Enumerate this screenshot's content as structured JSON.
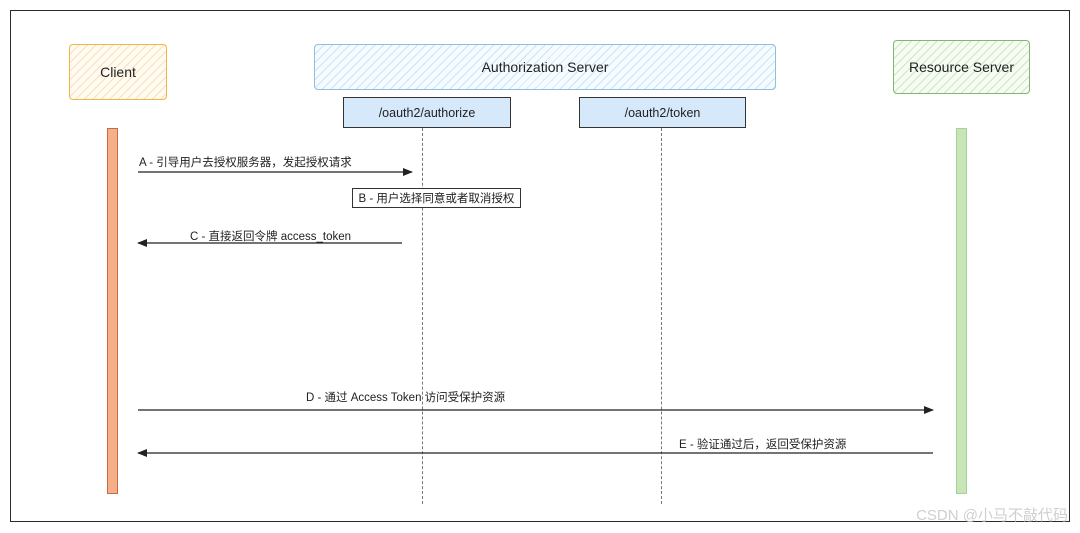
{
  "participants": {
    "client": "Client",
    "authorization_server": "Authorization Server",
    "resource_server": "Resource Server"
  },
  "endpoints": {
    "authorize": "/oauth2/authorize",
    "token": "/oauth2/token"
  },
  "messages": {
    "a": "A - 引导用户去授权服务器，发起授权请求",
    "b": "B - 用户选择同意或者取消授权",
    "c": "C - 直接返回令牌  access_token",
    "d": "D - 通过 Access Token 访问受保护资源",
    "e": "E - 验证通过后，返回受保护资源"
  },
  "watermark": "CSDN @小马不敲代码",
  "colors": {
    "client_border": "#f0b646",
    "client_lifeline": "#f5b08a",
    "auth_border": "#8ec0de",
    "endpoint_fill": "#d6e9fb",
    "resource_border": "#7fb86a",
    "resource_lifeline": "#c7e5b8"
  }
}
